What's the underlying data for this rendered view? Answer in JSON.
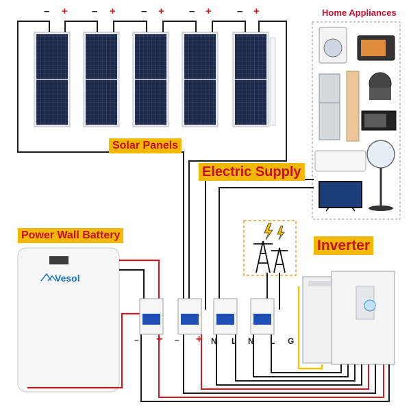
{
  "labels": {
    "solar_panels": "Solar Panels",
    "electric_supply": "Electric Supply",
    "power_wall_battery": "Power Wall Battery",
    "inverter": "Inverter",
    "home_appliances": "Home Appliances",
    "battery_brand": "Vesol"
  },
  "panel_polarity": [
    {
      "neg": "–",
      "pos": "+"
    },
    {
      "neg": "–",
      "pos": "+"
    },
    {
      "neg": "–",
      "pos": "+"
    },
    {
      "neg": "–",
      "pos": "+"
    },
    {
      "neg": "–",
      "pos": "+"
    }
  ],
  "breaker_terminals": [
    "–",
    "+",
    "–",
    "+",
    "N",
    "L",
    "N",
    "L",
    "G"
  ],
  "colors": {
    "banner_bg": "#f3b800",
    "banner_text": "#c8102e",
    "positive_wire": "#d41820",
    "negative_wire": "#1a1a1a",
    "ground_wire": "#f2c200",
    "breaker_blue": "#1f4fb5"
  },
  "icons": [
    "solar-panel-icon",
    "washing-machine-icon",
    "oven-icon",
    "refrigerator-icon",
    "air-conditioner-icon",
    "rice-cooker-icon",
    "microwave-icon",
    "fan-icon",
    "tv-icon",
    "power-tower-icon",
    "lightning-icon",
    "breaker-icon"
  ]
}
